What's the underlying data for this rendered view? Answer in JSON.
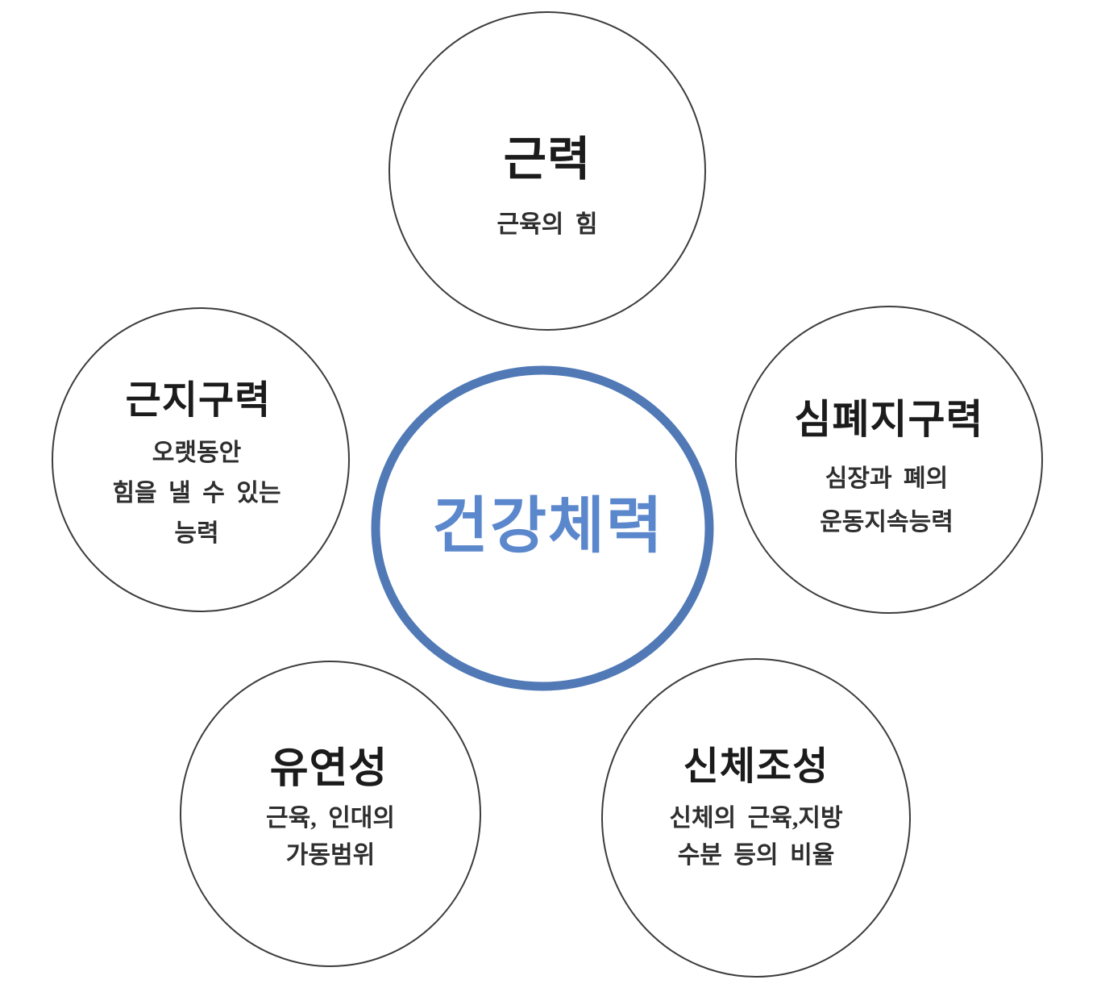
{
  "colors": {
    "accent_ring": "#5079b6",
    "center_text": "#5b87cc",
    "outline": "#3c3c3c",
    "title_text": "#1b1b1b",
    "body_text": "#2e2e2e"
  },
  "center": {
    "label": "건강체력"
  },
  "nodes": {
    "top": {
      "title": "근력",
      "lines": [
        "근육의 힘"
      ]
    },
    "left": {
      "title": "근지구력",
      "lines": [
        "오랫동안",
        "힘을 낼 수 있는",
        "능력"
      ]
    },
    "right": {
      "title": "심폐지구력",
      "lines": [
        "심장과 폐의",
        "운동지속능력"
      ]
    },
    "bottom_left": {
      "title": "유연성",
      "lines": [
        "근육, 인대의",
        "가동범위"
      ]
    },
    "bottom_right": {
      "title": "신체조성",
      "lines": [
        "신체의 근육,지방",
        "수분 등의 비율"
      ]
    }
  }
}
